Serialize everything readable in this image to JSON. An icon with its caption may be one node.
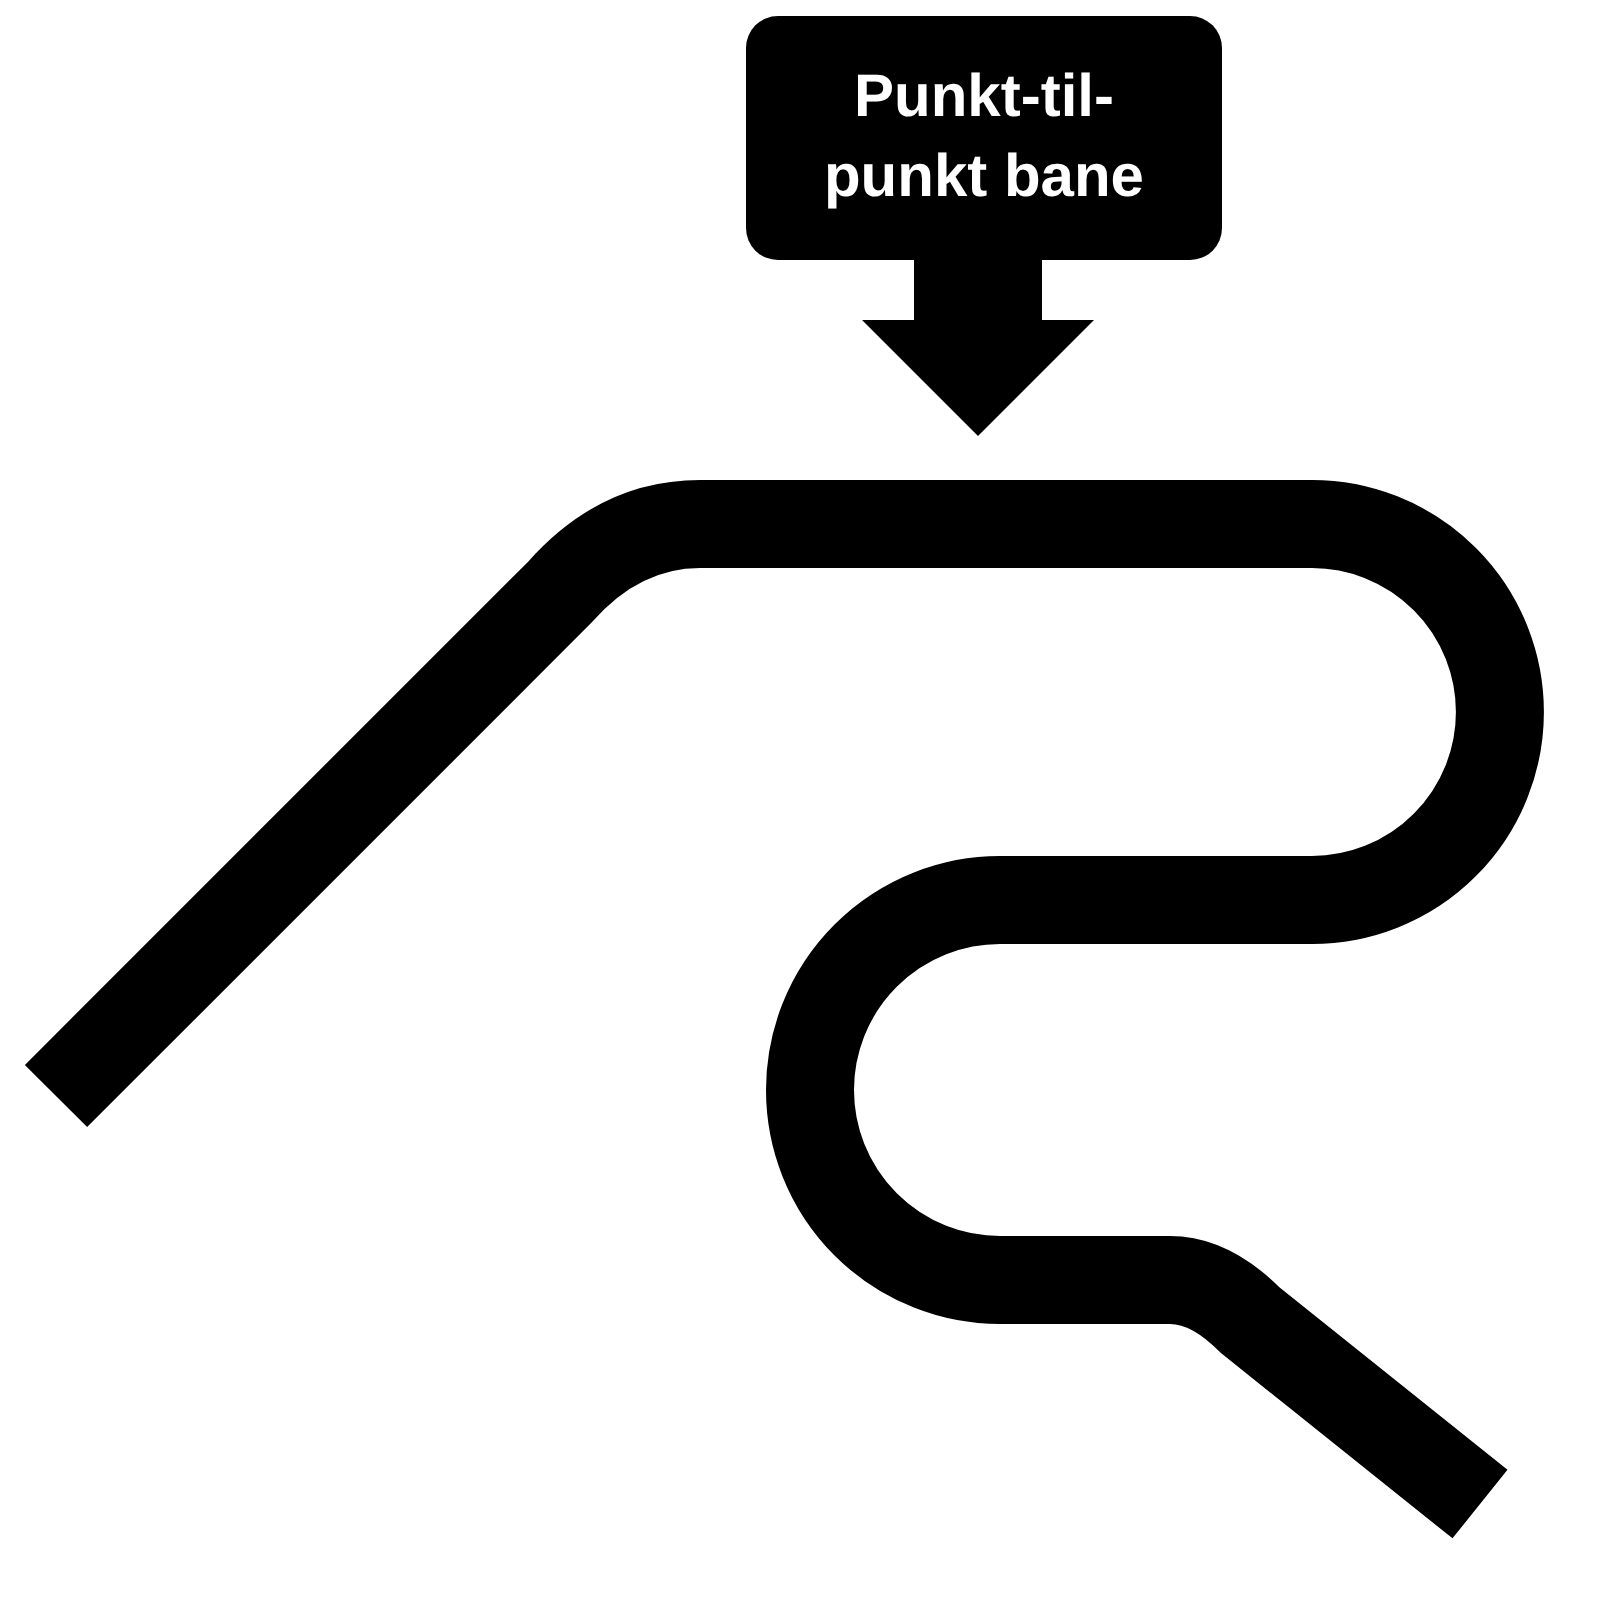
{
  "diagram": {
    "nodes": [
      {
        "text": [
          "Punkt-til-punkt bane"
        ]
      },
      {
        "text": [],
        "shape": "picture"
      }
    ],
    "edges": [
      {
        "from": 0,
        "to": 1,
        "arrow": "to"
      }
    ]
  }
}
